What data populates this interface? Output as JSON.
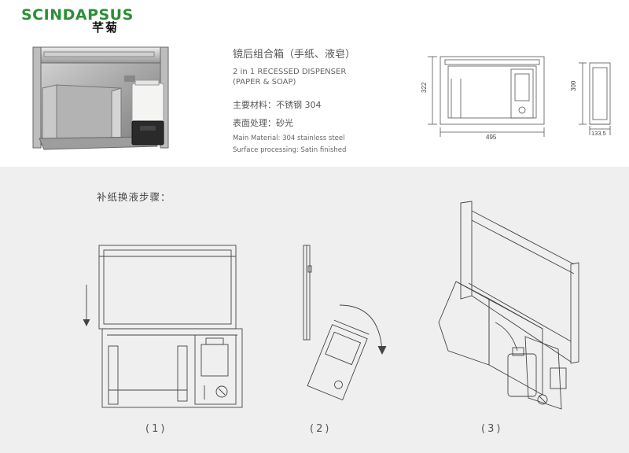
{
  "brand": {
    "logo_text": "SCINDAPSUS",
    "logo_cn": "芊菊",
    "logo_color": "#2b8f35"
  },
  "product": {
    "title_cn": "镜后组合箱（手纸、液皂）",
    "title_en_line1": "2 in 1 RECESSED DISPENSER",
    "title_en_line2": "(PAPER & SOAP)",
    "material_cn": "主要材料：不锈钢 304",
    "finish_cn": "表面处理：砂光",
    "material_en": "Main Material: 304 stainless steel",
    "finish_en": "Surface processing: Satin finished"
  },
  "dimensions": {
    "height_front": "322",
    "width": "495",
    "height_side": "300",
    "depth": "133.5"
  },
  "steps": {
    "title": "补纸换液步骤：",
    "step1": "(1)",
    "step2": "(2)",
    "step3": "(3)"
  }
}
